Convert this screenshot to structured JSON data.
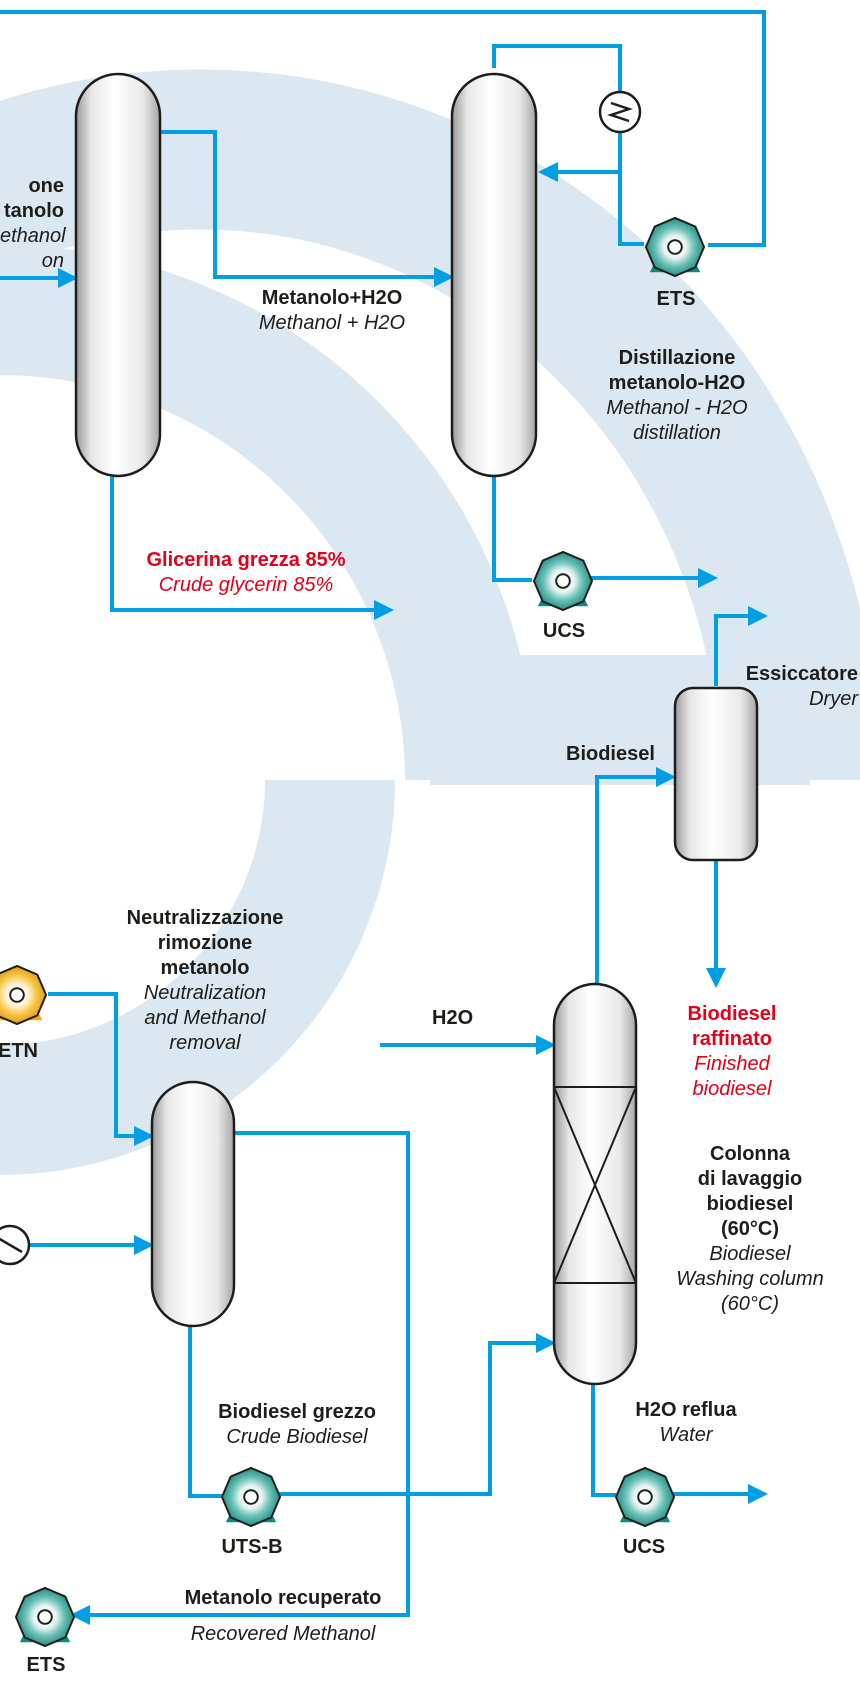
{
  "colors": {
    "pipe": "#009fe3",
    "background_arc": "#dbe7f1",
    "pump_teal": "#0e8a80",
    "pump_orange": "#f2a900",
    "highlight_red": "#e2001a",
    "text": "#1d1d1b"
  },
  "labels": {
    "recovery_partial": {
      "it1": "one",
      "it2": "tanolo",
      "en1": "ethanol",
      "en2": "on"
    },
    "methanol_h2o": {
      "it": "Metanolo+H2O",
      "en": "Methanol + H2O"
    },
    "distillation": {
      "it1": "Distillazione",
      "it2": "metanolo-H2O",
      "en1": "Methanol - H2O",
      "en2": "distillation"
    },
    "glycerin": {
      "it": "Glicerina grezza 85%",
      "en": "Crude glycerin 85%"
    },
    "dryer": {
      "it": "Essiccatore",
      "en": "Dryer"
    },
    "biodiesel": "Biodiesel",
    "neutralization": {
      "it1": "Neutralizzazione",
      "it2": "rimozione",
      "it3": "metanolo",
      "en1": "Neutralization",
      "en2": "and Methanol",
      "en3": "removal"
    },
    "h2o": "H2O",
    "finished": {
      "it1": "Biodiesel",
      "it2": "raffinato",
      "en1": "Finished",
      "en2": "biodiesel"
    },
    "washing": {
      "it1": "Colonna",
      "it2": "di lavaggio",
      "it3": "biodiesel",
      "it4": "(60°C)",
      "en1": "Biodiesel",
      "en2": "Washing column",
      "en3": "(60°C)"
    },
    "crude_biodiesel": {
      "it": "Biodiesel grezzo",
      "en": "Crude Biodiesel"
    },
    "waste_water": {
      "it": "H2O reflua",
      "en": "Water"
    },
    "recovered_methanol": {
      "it": "Metanolo recuperato",
      "en": "Recovered Methanol"
    }
  },
  "equipment": {
    "ets_top": "ETS",
    "ucs_top": "UCS",
    "etn": "ETN",
    "uts_b": "UTS-B",
    "ucs_bottom": "UCS",
    "ets_bottom": "ETS"
  },
  "icons": {
    "motor": "motor-icon",
    "heat_exchanger": "heat-exchanger-icon",
    "pump": "centrifugal-pump-icon"
  }
}
